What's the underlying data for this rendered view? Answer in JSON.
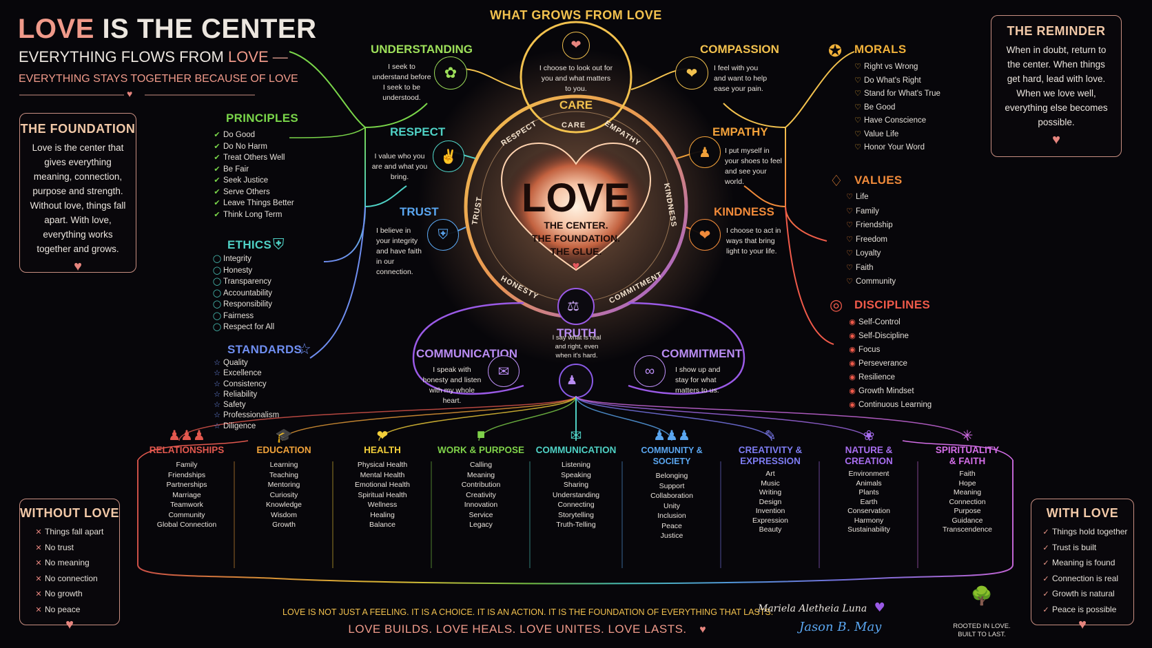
{
  "header": {
    "title_part1": "LOVE",
    "title_part2": " IS THE CENTER",
    "subtitle_part1": "EVERYTHING FLOWS FROM ",
    "subtitle_part2": "LOVE",
    "tagline": "EVERYTHING STAYS TOGETHER BECAUSE OF LOVE"
  },
  "top_label": "WHAT GROWS FROM LOVE",
  "foundation": {
    "title": "THE FOUNDATION",
    "text": "Love is the center that gives everything meaning, connection, purpose and strength. Without love, things fall apart. With love, everything works together and grows."
  },
  "reminder": {
    "title": "THE REMINDER",
    "text": "When in doubt, return to the center. When things get hard, lead with love. When we love well, everything else becomes possible."
  },
  "center": {
    "title": "LOVE",
    "line1": "THE CENTER.",
    "line2": "THE FOUNDATION.",
    "line3": "THE GLUE.",
    "ring_words": [
      "RESPECT",
      "EMPATHY",
      "KINDNESS",
      "COMMITMENT",
      "HONESTY",
      "TRUST",
      "CARE"
    ]
  },
  "care": {
    "title": "CARE",
    "text": "I choose to look out for you and what matters to you."
  },
  "understanding": {
    "title": "UNDERSTANDING",
    "text": "I seek to understand before I seek to be understood."
  },
  "compassion": {
    "title": "COMPASSION",
    "text": "I feel with you and want to help ease your pain."
  },
  "respect": {
    "title": "RESPECT",
    "text": "I value who you are and what you bring."
  },
  "empathy": {
    "title": "EMPATHY",
    "text": "I put myself in your shoes to feel and see your world."
  },
  "trust": {
    "title": "TRUST",
    "text": "I believe in your integrity and have faith in our connection."
  },
  "kindness": {
    "title": "KINDNESS",
    "text": "I choose to act in ways that bring light to your life."
  },
  "truth": {
    "title": "TRUTH",
    "text": "I say what is real and right, even when it's hard."
  },
  "communication_node": {
    "title": "COMMUNICATION",
    "text": "I speak with honesty and listen with my whole heart."
  },
  "commitment": {
    "title": "COMMITMENT",
    "text": "I show up and stay for what matters to us."
  },
  "principles": {
    "title": "PRINCIPLES",
    "items": [
      "Do Good",
      "Do No Harm",
      "Treat Others Well",
      "Be Fair",
      "Seek Justice",
      "Serve Others",
      "Leave Things Better",
      "Think Long Term"
    ]
  },
  "ethics": {
    "title": "ETHICS",
    "items": [
      "Integrity",
      "Honesty",
      "Transparency",
      "Accountability",
      "Responsibility",
      "Fairness",
      "Respect for All"
    ]
  },
  "standards": {
    "title": "STANDARDS",
    "items": [
      "Quality",
      "Excellence",
      "Consistency",
      "Reliability",
      "Safety",
      "Professionalism",
      "Diligence"
    ]
  },
  "morals": {
    "title": "MORALS",
    "items": [
      "Right vs Wrong",
      "Do What's Right",
      "Stand for What's True",
      "Be Good",
      "Have Conscience",
      "Value Life",
      "Honor Your Word"
    ]
  },
  "values": {
    "title": "VALUES",
    "items": [
      "Life",
      "Family",
      "Friendship",
      "Freedom",
      "Loyalty",
      "Faith",
      "Community"
    ]
  },
  "disciplines": {
    "title": "DISCIPLINES",
    "items": [
      "Self-Control",
      "Self-Discipline",
      "Focus",
      "Perseverance",
      "Resilience",
      "Growth Mindset",
      "Continuous Learning"
    ]
  },
  "columns": [
    {
      "title": "RELATIONSHIPS",
      "color": "#e2584e",
      "items": [
        "Family",
        "Friendships",
        "Partnerships",
        "Marriage",
        "Teamwork",
        "Community",
        "Global Connection"
      ]
    },
    {
      "title": "EDUCATION",
      "color": "#f0a23a",
      "items": [
        "Learning",
        "Teaching",
        "Mentoring",
        "Curiosity",
        "Knowledge",
        "Wisdom",
        "Growth"
      ]
    },
    {
      "title": "HEALTH",
      "color": "#f3cf3a",
      "items": [
        "Physical Health",
        "Mental Health",
        "Emotional Health",
        "Spiritual Health",
        "Wellness",
        "Healing",
        "Balance"
      ]
    },
    {
      "title": "WORK & PURPOSE",
      "color": "#7fd24a",
      "items": [
        "Calling",
        "Meaning",
        "Contribution",
        "Creativity",
        "Innovation",
        "Service",
        "Legacy"
      ]
    },
    {
      "title": "COMMUNICATION",
      "color": "#4fd1c5",
      "items": [
        "Listening",
        "Speaking",
        "Sharing",
        "Understanding",
        "Connecting",
        "Storytelling",
        "Truth-Telling"
      ]
    },
    {
      "title": "COMMUNITY & SOCIETY",
      "color": "#5aa6f0",
      "items": [
        "Belonging",
        "Support",
        "Collaboration",
        "Unity",
        "Inclusion",
        "Peace",
        "Justice"
      ]
    },
    {
      "title": "CREATIVITY &\nEXPRESSION",
      "color": "#7d7cf2",
      "items": [
        "Art",
        "Music",
        "Writing",
        "Design",
        "Invention",
        "Expression",
        "Beauty"
      ]
    },
    {
      "title": "NATURE &\nCREATION",
      "color": "#a86ef0",
      "items": [
        "Environment",
        "Animals",
        "Plants",
        "Earth",
        "Conservation",
        "Harmony",
        "Sustainability"
      ]
    },
    {
      "title": "SPIRITUALITY\n& FAITH",
      "color": "#d46ee8",
      "items": [
        "Faith",
        "Hope",
        "Meaning",
        "Connection",
        "Purpose",
        "Guidance",
        "Transcendence"
      ]
    }
  ],
  "without_love": {
    "title": "WITHOUT LOVE",
    "items": [
      "Things fall apart",
      "No trust",
      "No meaning",
      "No connection",
      "No growth",
      "No peace"
    ]
  },
  "with_love": {
    "title": "WITH LOVE",
    "items": [
      "Things hold together",
      "Trust is built",
      "Meaning is found",
      "Connection is real",
      "Growth is natural",
      "Peace is possible"
    ]
  },
  "footer": {
    "line1": "LOVE IS NOT JUST A FEELING. IT IS A CHOICE. IT IS AN ACTION. IT IS THE FOUNDATION OF EVERYTHING THAT LASTS.",
    "line2": "LOVE BUILDS. LOVE HEALS. LOVE UNITES. LOVE LASTS.",
    "signature1": "Mariela Aletheia Luna",
    "signature2": "Jason B. May",
    "rooted1": "ROOTED IN LOVE.",
    "rooted2": "BUILT TO LAST."
  },
  "colors": {
    "accent_pink": "#f09a8a",
    "gold": "#f2c14e",
    "principles_green": "#7ad64a",
    "ethics_teal": "#4fd1c5",
    "standards_blue": "#6f8ef0",
    "morals_gold": "#f2b23a",
    "values_orange": "#f08a3a",
    "disciplines_red": "#f05a4a"
  }
}
